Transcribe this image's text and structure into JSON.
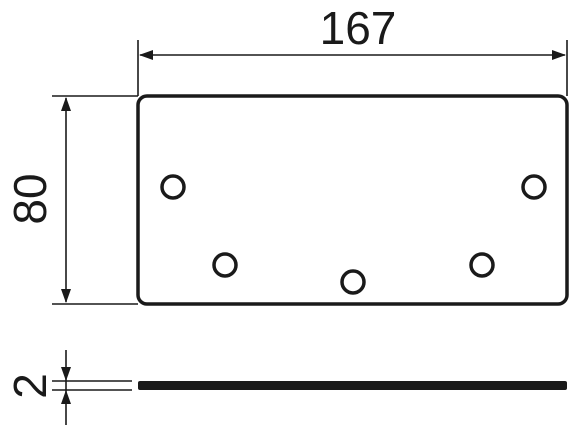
{
  "drawing": {
    "dimensions": {
      "width": "167",
      "height": "80",
      "thickness": "2"
    },
    "colors": {
      "line": "#1a1a1a",
      "background": "#ffffff"
    },
    "holes": [
      {
        "id": "hole-left-upper"
      },
      {
        "id": "hole-left-lower"
      },
      {
        "id": "hole-center-bottom"
      },
      {
        "id": "hole-right-lower"
      },
      {
        "id": "hole-right-upper"
      }
    ]
  }
}
